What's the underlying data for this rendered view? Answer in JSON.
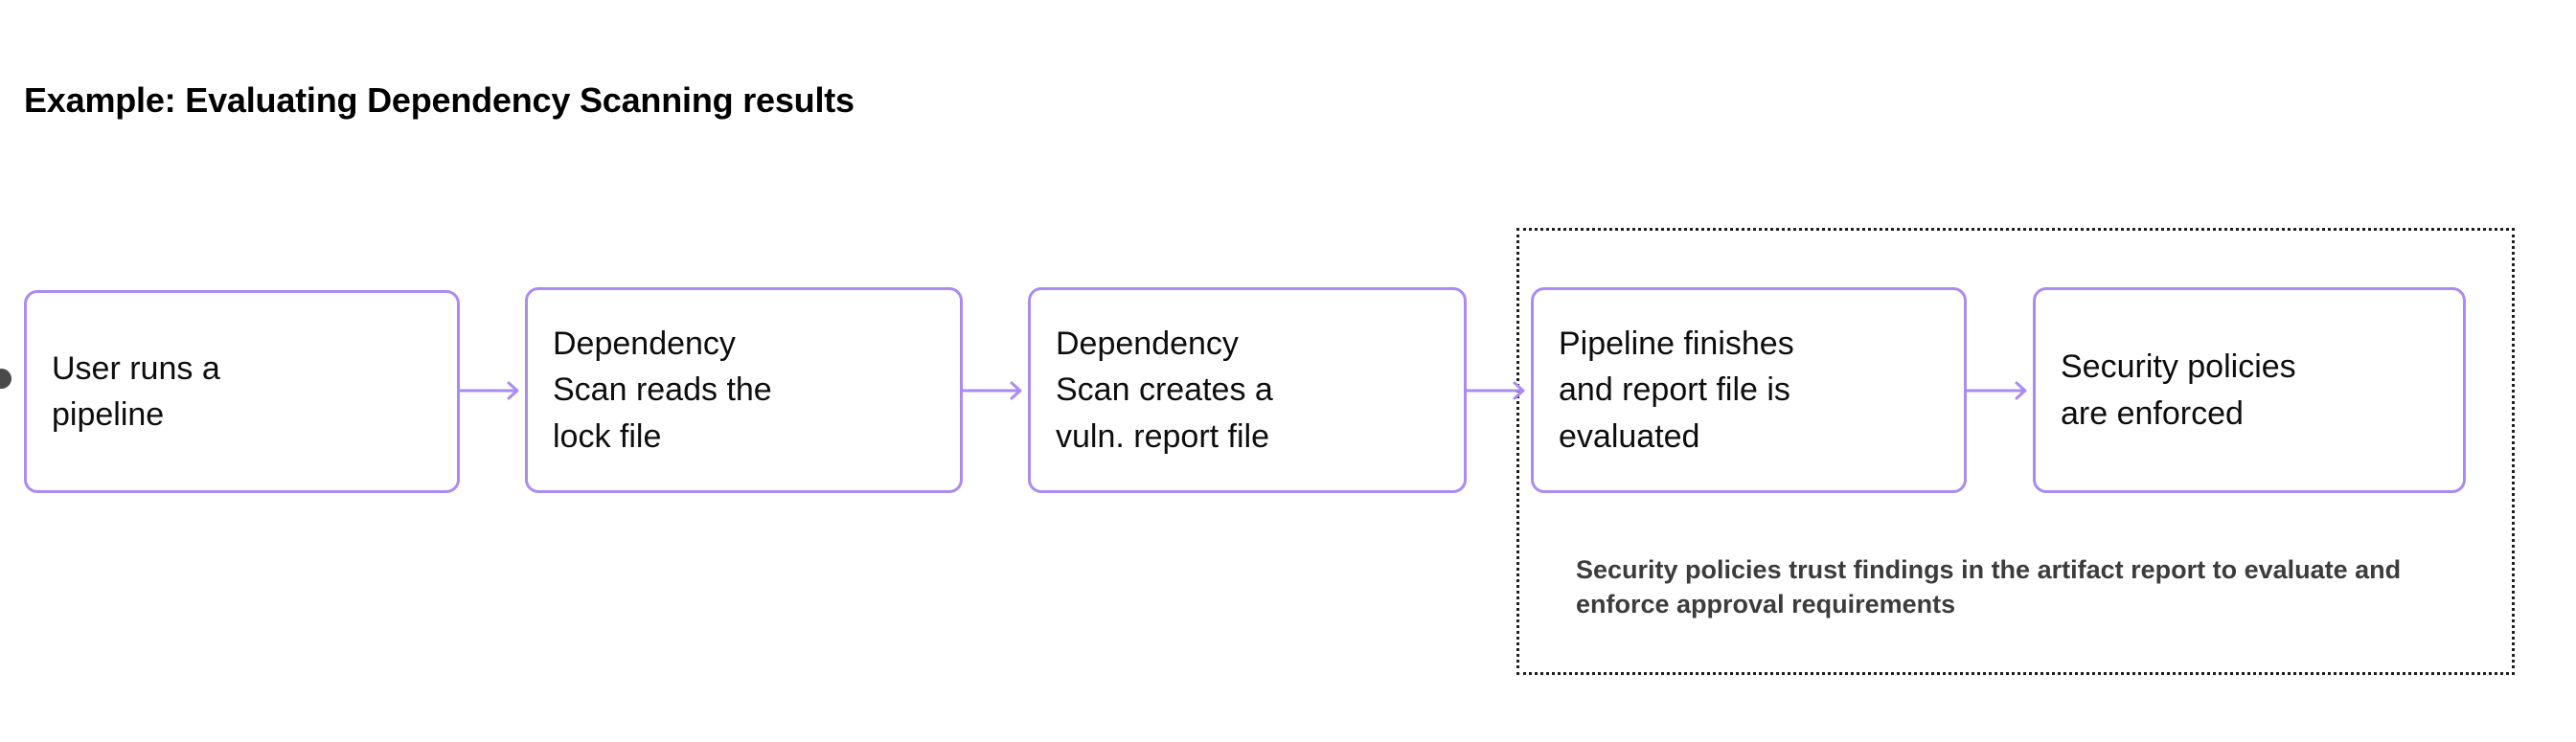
{
  "title": "Example: Evaluating Dependency Scanning results",
  "colors": {
    "node_border": "#ab8bf2",
    "connector": "#ab8bf2",
    "group_border": "#1f1f1f",
    "caption_text": "#3c3c3c",
    "node_text": "#0d0d0d",
    "title_text": "#000000",
    "background": "#ffffff",
    "handle": "#4a4a4a"
  },
  "diagram": {
    "type": "flowchart",
    "direction": "left-to-right",
    "nodes": [
      {
        "id": "node-1",
        "label": "User runs a\npipeline"
      },
      {
        "id": "node-2",
        "label": "Dependency\nScan reads the\nlock file"
      },
      {
        "id": "node-3",
        "label": "Dependency\nScan creates a\nvuln. report file"
      },
      {
        "id": "node-4",
        "label": "Pipeline finishes\nand report file is\nevaluated"
      },
      {
        "id": "node-5",
        "label": "Security policies\nare enforced"
      }
    ],
    "connectors": [
      {
        "id": "connector-1",
        "from": "node-1",
        "to": "node-2",
        "arrow": "arrow-right"
      },
      {
        "id": "connector-2",
        "from": "node-2",
        "to": "node-3",
        "arrow": "arrow-right"
      },
      {
        "id": "connector-3",
        "from": "node-3",
        "to": "node-4",
        "arrow": "arrow-right"
      },
      {
        "id": "connector-4",
        "from": "node-4",
        "to": "node-5",
        "arrow": "arrow-right"
      }
    ],
    "group": {
      "id": "group-box",
      "border_style": "dotted",
      "contains": [
        "node-4",
        "node-5"
      ],
      "caption": "Security policies trust findings in the artifact report to evaluate and enforce approval requirements"
    }
  }
}
